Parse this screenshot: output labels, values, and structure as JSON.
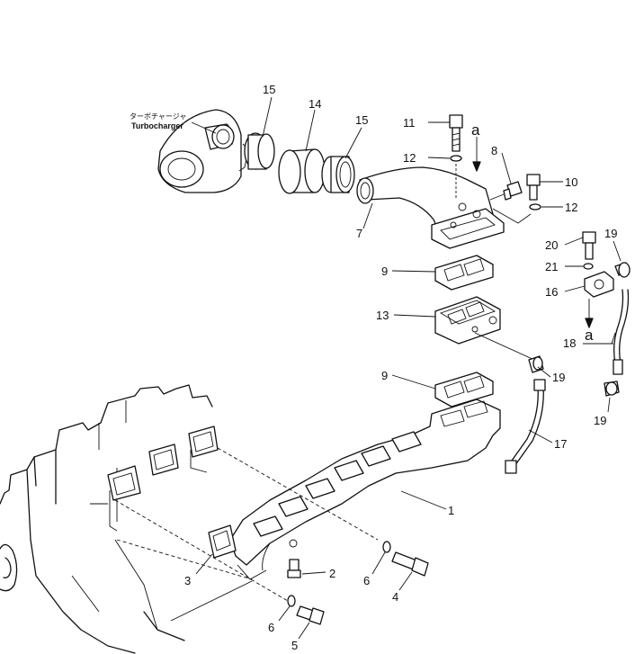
{
  "turbocharger": {
    "label_jp": "ターボチャージャ",
    "label_en": "Turbocharger"
  },
  "callouts": {
    "p1": "1",
    "p2": "2",
    "p3": "3",
    "p4": "4",
    "p5": "5",
    "p6a": "6",
    "p6b": "6",
    "p7": "7",
    "p8": "8",
    "p9a": "9",
    "p9b": "9",
    "p10": "10",
    "p11": "11",
    "p12a": "12",
    "p12b": "12",
    "p13": "13",
    "p14": "14",
    "p15a": "15",
    "p15b": "15",
    "p16": "16",
    "p17": "17",
    "p18": "18",
    "p19a": "19",
    "p19b": "19",
    "p19c": "19",
    "p20": "20",
    "p21": "21",
    "ref_a1": "a",
    "ref_a2": "a"
  },
  "colors": {
    "ink": "#111111",
    "paper": "#ffffff"
  }
}
